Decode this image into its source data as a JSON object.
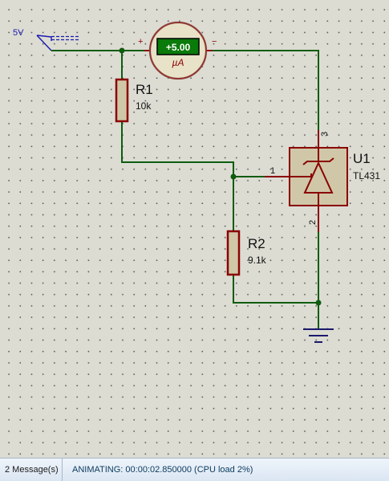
{
  "schematic": {
    "power_terminal": {
      "label": "5V"
    },
    "ammeter": {
      "reading": "+5.00",
      "unit": "µA",
      "plus_label": "+",
      "minus_label": "−"
    },
    "r1": {
      "designator": "R1",
      "value": "10k"
    },
    "r2": {
      "designator": "R2",
      "value": "9.1k"
    },
    "u1": {
      "designator": "U1",
      "part": "TL431",
      "pin_ref": "1",
      "pin_cathode": "3",
      "pin_anode": "2"
    },
    "colors": {
      "wire": "#0e5c0e",
      "component": "#8b0000",
      "component_fill": "#cfc7a8",
      "terminal": "#1a1ab0",
      "lcd_bg": "#0a7a0a",
      "meter_face": "#e8e2c8"
    }
  },
  "status_bar": {
    "messages": "2 Message(s)",
    "status": "ANIMATING: 00:00:02.850000 (CPU load 2%)"
  }
}
